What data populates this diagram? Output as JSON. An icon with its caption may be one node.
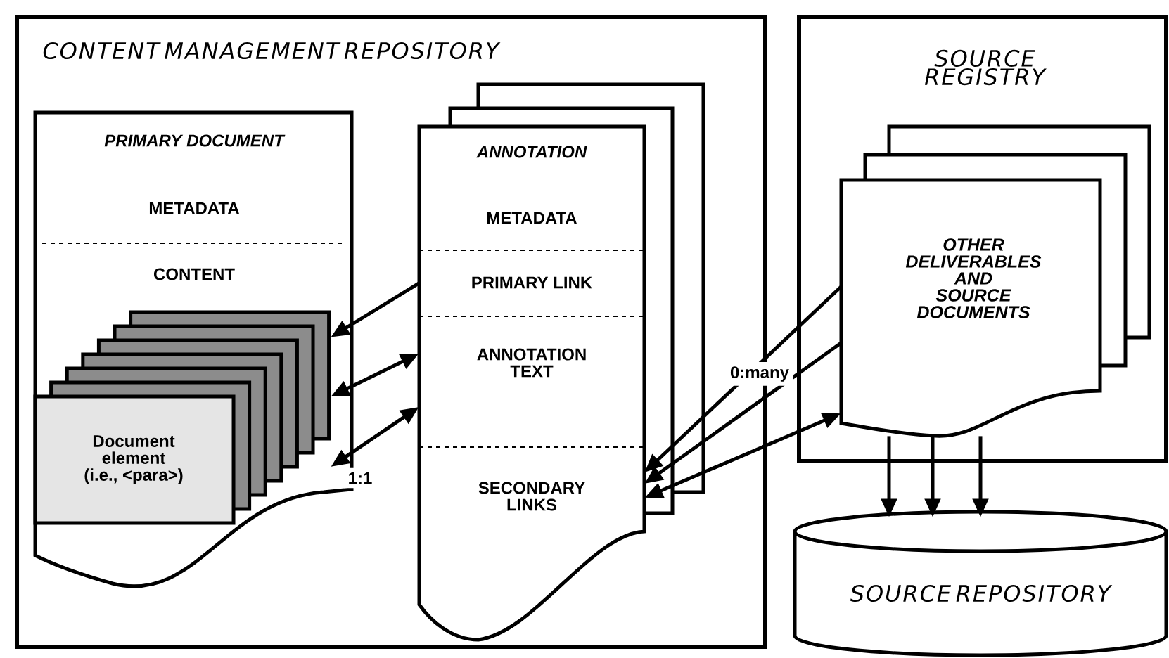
{
  "diagram": {
    "nodes": [
      {
        "text": [
          "CONTENT MANAGEMENT REPOSITORY"
        ]
      },
      {
        "text": [
          "PRIMARY DOCUMENT",
          "METADATA",
          "CONTENT"
        ],
        "in": 0
      },
      {
        "text": [
          "Document element (i.e., <para>)"
        ],
        "in": 1
      },
      {
        "text": [
          "ANNOTATION"
        ],
        "in": 0
      },
      {
        "text": [
          "METADATA"
        ],
        "in": 3
      },
      {
        "text": [
          "PRIMARY LINK"
        ],
        "in": 3
      },
      {
        "text": [
          "ANNOTATION TEXT"
        ],
        "in": 3
      },
      {
        "text": [
          "SECONDARY LINKS"
        ],
        "in": 3
      },
      {
        "text": [
          "SOURCE REGISTRY"
        ]
      },
      {
        "text": [
          "OTHER DELIVERABLES AND SOURCE DOCUMENTS"
        ],
        "in": 8
      },
      {
        "text": [
          "SOURCE REPOSITORY"
        ]
      }
    ],
    "edges": [
      {
        "from": 5,
        "to": 2,
        "arrow": "to"
      },
      {
        "from": 2,
        "to": 6,
        "arrow": "both"
      },
      {
        "from": 2,
        "to": 6,
        "arrow": "both",
        "label": "1:1"
      },
      {
        "from": 9,
        "to": 7,
        "arrow": "to",
        "label": "0:many"
      },
      {
        "from": 9,
        "to": 7,
        "arrow": "to"
      },
      {
        "from": 7,
        "to": 9,
        "arrow": "both"
      },
      {
        "from": 9,
        "to": 10,
        "arrow": "to"
      },
      {
        "from": 9,
        "to": 10,
        "arrow": "to"
      },
      {
        "from": 9,
        "to": 10,
        "arrow": "to"
      }
    ]
  }
}
